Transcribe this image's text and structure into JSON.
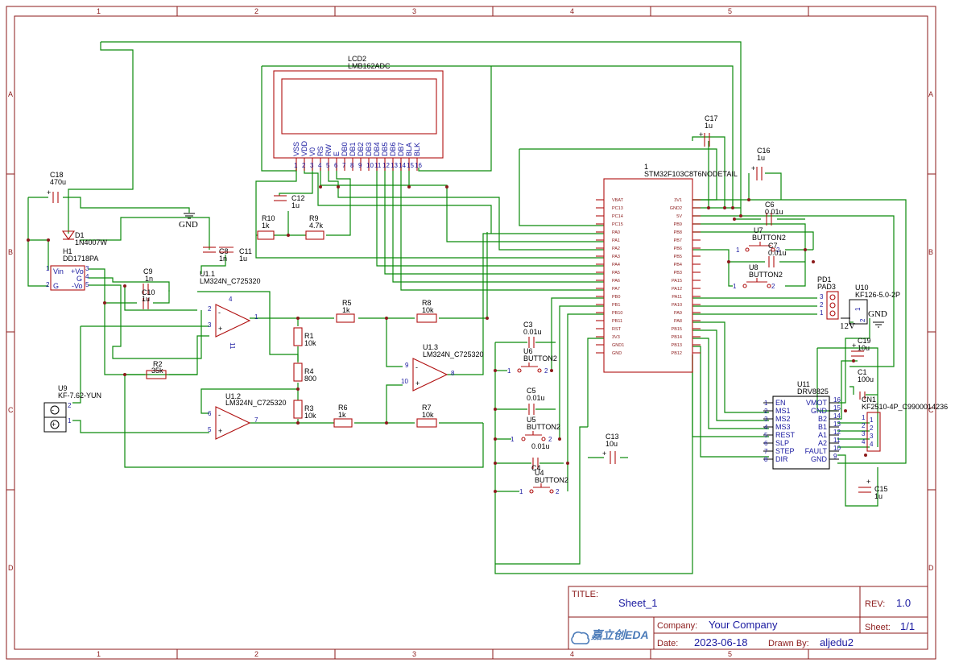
{
  "zones": {
    "cols": [
      "1",
      "2",
      "3",
      "4",
      "5"
    ],
    "rows": [
      "A",
      "B",
      "C",
      "D"
    ]
  },
  "title_block": {
    "title_label": "TITLE:",
    "sheet_name": "Sheet_1",
    "rev_label": "REV:",
    "rev": "1.0",
    "company_label": "Company:",
    "company": "Your Company",
    "sheet_label": "Sheet:",
    "sheet": "1/1",
    "date_label": "Date:",
    "date": "2023-06-18",
    "drawn_label": "Drawn By:",
    "drawn_by": "aljedu2",
    "logo": "嘉立创EDA"
  },
  "components": {
    "lcd": {
      "ref": "LCD2",
      "value": "LMB162ADC",
      "pins": [
        "VSS",
        "VDD",
        "V0",
        "RS",
        "RW",
        "E",
        "DB0",
        "DB1",
        "DB2",
        "DB3",
        "DB4",
        "DB5",
        "DB6",
        "DB7",
        "BLA",
        "BLK"
      ],
      "nums": [
        "1",
        "2",
        "3",
        "4",
        "5",
        "6",
        "7",
        "8",
        "9",
        "10",
        "11",
        "12",
        "13",
        "14",
        "15",
        "16"
      ]
    },
    "mcu": {
      "ref": "1",
      "value": "STM32F103C8T6NODETAIL",
      "left_pins": [
        "VBAT",
        "PC13",
        "PC14",
        "PC15",
        "PA0",
        "PA1",
        "PA2",
        "PA3",
        "PA4",
        "PA5",
        "PA6",
        "PA7",
        "PB0",
        "PB1",
        "PB10",
        "PB11",
        "RST",
        "3V3",
        "GND1",
        "GND"
      ],
      "right_pins": [
        "3V1",
        "GND2",
        "5V",
        "PB9",
        "PB8",
        "PB7",
        "PB6",
        "PB5",
        "PB4",
        "PB3",
        "PA15",
        "PA12",
        "PA11",
        "PA10",
        "PA9",
        "PA8",
        "PB15",
        "PB14",
        "PB13",
        "PB12"
      ]
    },
    "c18": {
      "ref": "C18",
      "value": "470u"
    },
    "d1": {
      "ref": "D1",
      "value": "1N4007W"
    },
    "h1": {
      "ref": "H1",
      "value": "DD1718PA",
      "pins": [
        "Vin",
        "+Vo",
        "G",
        "G",
        "-Vo"
      ],
      "nums": [
        "1",
        "3",
        "4",
        "2",
        "5"
      ]
    },
    "gnd_top": "GND",
    "c9": {
      "ref": "C9",
      "value": "1n"
    },
    "c10": {
      "ref": "C10",
      "value": "1u"
    },
    "c8": {
      "ref": "C8",
      "value": "1n"
    },
    "c11": {
      "ref": "C11",
      "value": "1u"
    },
    "c12": {
      "ref": "C12",
      "value": "1u"
    },
    "c17": {
      "ref": "C17",
      "value": "1u"
    },
    "c16": {
      "ref": "C16",
      "value": "1u"
    },
    "c6": {
      "ref": "C6",
      "value": "0.01u"
    },
    "c7": {
      "ref": "C7",
      "value": "0.01u"
    },
    "c3": {
      "ref": "C3",
      "value": "0.01u"
    },
    "c5": {
      "ref": "C5",
      "value": "0.01u"
    },
    "c4": {
      "ref": "C4",
      "value": "0.01u"
    },
    "c13": {
      "ref": "C13",
      "value": "10u"
    },
    "c19": {
      "ref": "C19",
      "value": "10u"
    },
    "c1": {
      "ref": "C1",
      "value": "100u"
    },
    "c15": {
      "ref": "C15",
      "value": "1u"
    },
    "r10": {
      "ref": "R10",
      "value": "1k"
    },
    "r9": {
      "ref": "R9",
      "value": "4.7k"
    },
    "r5": {
      "ref": "R5",
      "value": "1k"
    },
    "r8": {
      "ref": "R8",
      "value": "10k"
    },
    "r1": {
      "ref": "R1",
      "value": "10k"
    },
    "r4": {
      "ref": "R4",
      "value": "800"
    },
    "r3": {
      "ref": "R3",
      "value": "10k"
    },
    "r6": {
      "ref": "R6",
      "value": "1k"
    },
    "r7": {
      "ref": "R7",
      "value": "10k"
    },
    "r2": {
      "ref": "R2",
      "value": "35k"
    },
    "u11": {
      "ref": "U1.1",
      "value": "LM324N_C725320",
      "pin4": "4",
      "pin11": "11"
    },
    "u12": {
      "ref": "U1.2",
      "value": "LM324N_C725320"
    },
    "u13": {
      "ref": "U1.3",
      "value": "LM324N_C725320"
    },
    "u9": {
      "ref": "U9",
      "value": "KF-7.62-YUN"
    },
    "u7": {
      "ref": "U7",
      "value": "BUTTON2"
    },
    "u8": {
      "ref": "U8",
      "value": "BUTTON2"
    },
    "u6": {
      "ref": "U6",
      "value": "BUTTON2"
    },
    "u5": {
      "ref": "U5",
      "value": "BUTTON2"
    },
    "u4": {
      "ref": "U4",
      "value": "BUTTON2"
    },
    "pd1": {
      "ref": "PD1",
      "value": "PAD3"
    },
    "u10": {
      "ref": "U10",
      "value": "KF126-5.0-2P"
    },
    "v12": "12V",
    "gnd_right": "GND",
    "u11drv": {
      "ref": "U11",
      "value": "DRV8825",
      "left_pins": [
        "EN",
        "MS1",
        "MS2",
        "MS3",
        "REST",
        "SLP",
        "STEP",
        "DIR"
      ],
      "left_nums": [
        "1",
        "2",
        "3",
        "4",
        "5",
        "6",
        "7",
        "8"
      ],
      "right_pins": [
        "VMOT",
        "GND",
        "B2",
        "B1",
        "A1",
        "A2",
        "FAULT",
        "GND"
      ],
      "right_nums": [
        "16",
        "15",
        "14",
        "13",
        "12",
        "11",
        "10",
        "9"
      ]
    },
    "cn1": {
      "ref": "CN1",
      "value": "KF2510-4P_C9900014236",
      "nums": [
        "1",
        "2",
        "3",
        "4"
      ]
    }
  }
}
